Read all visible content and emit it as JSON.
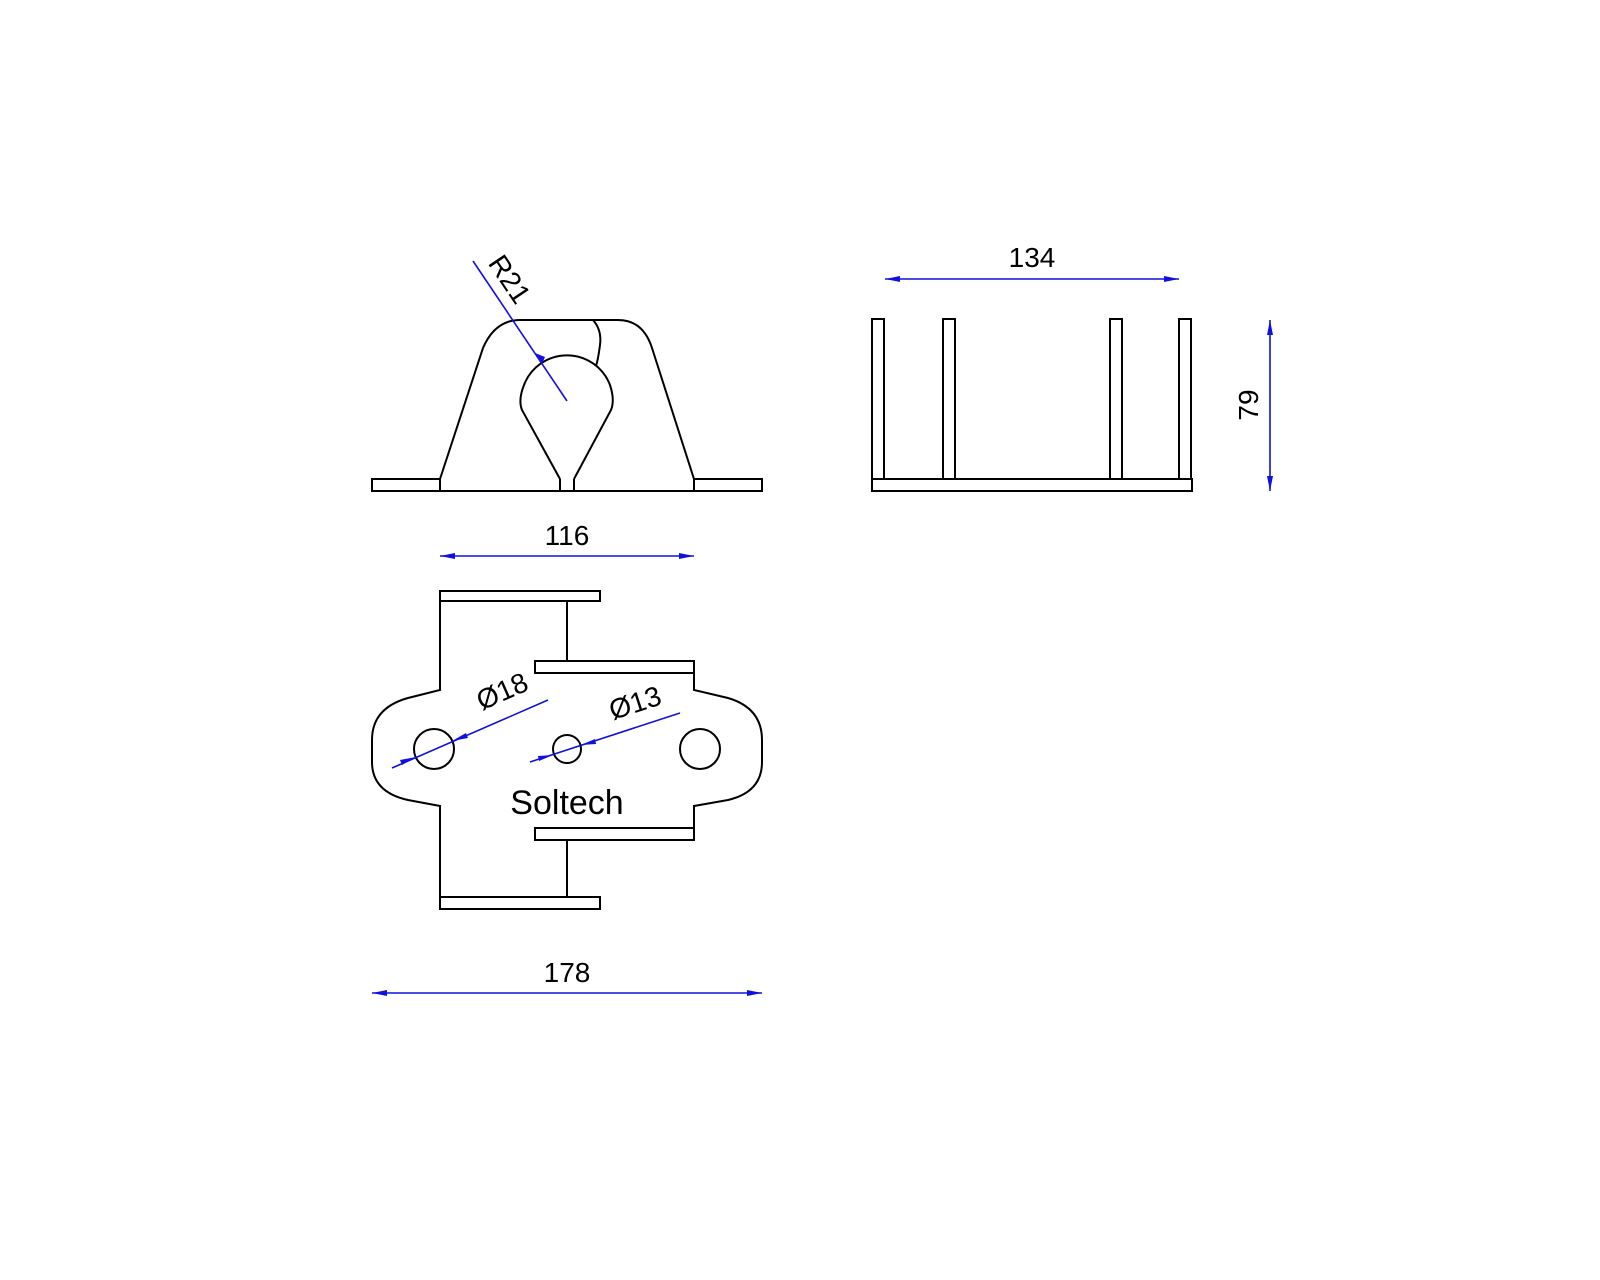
{
  "drawing": {
    "front_view": {
      "radius_label": "R21",
      "width_label": "116"
    },
    "side_view": {
      "width_label": "134",
      "height_label": "79"
    },
    "top_view": {
      "hole_large_label": "Ø18",
      "hole_small_label": "Ø13",
      "brand": "Soltech",
      "overall_width_label": "178"
    },
    "colors": {
      "dimension": "#1010e0",
      "part": "#000000"
    }
  }
}
